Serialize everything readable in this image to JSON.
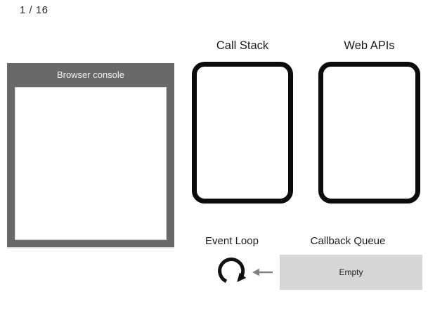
{
  "slide": {
    "counter": "1 / 16"
  },
  "console": {
    "title": "Browser console",
    "output": ""
  },
  "call_stack": {
    "label": "Call Stack",
    "items": []
  },
  "web_apis": {
    "label": "Web APIs",
    "items": []
  },
  "event_loop": {
    "label": "Event Loop",
    "icon": "clockwise-loop-arrow-icon"
  },
  "callback_queue": {
    "label": "Callback Queue",
    "status": "Empty",
    "arrow_icon": "left-arrow-icon"
  },
  "colors": {
    "panel_gray": "#696969",
    "panel_title_text": "#f2f2f2",
    "box_border_black": "#0b0b0b",
    "queue_bg_gray": "#d6d6d6",
    "arrow_gray": "#808080",
    "label_text": "#1c1c1c"
  }
}
